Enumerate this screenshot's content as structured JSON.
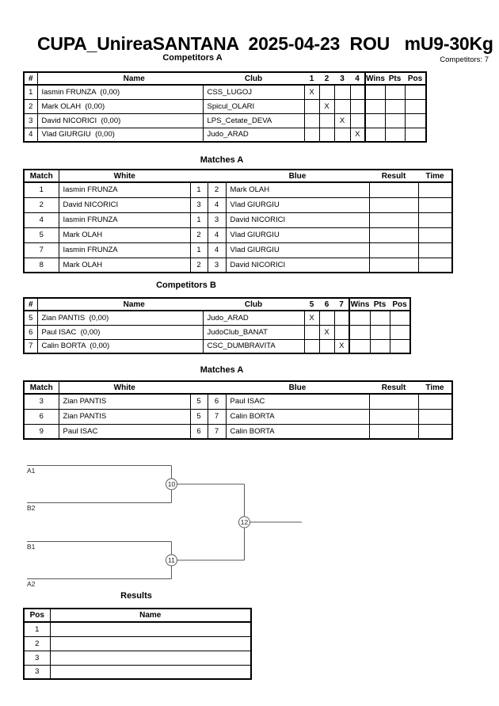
{
  "page": {
    "title": "CUPA_UnireaSANTANA  2025-04-23  ROU   mU9-30Kg",
    "competitors_count": "Competitors: 7"
  },
  "competitors_a": {
    "section_title": "Competitors A",
    "columns": {
      "num": "#",
      "name": "Name",
      "club": "Club",
      "rounds": [
        "1",
        "2",
        "3",
        "4"
      ],
      "wins": "Wins",
      "pts": "Pts",
      "pos": "Pos"
    },
    "rows": [
      {
        "num": "1",
        "name": "Iasmin FRUNZA  (0,00)",
        "club": "CSS_LUGOJ",
        "marks": [
          "X",
          "",
          "",
          ""
        ],
        "wins": "",
        "pts": "",
        "pos": ""
      },
      {
        "num": "2",
        "name": "Mark OLAH  (0,00)",
        "club": "Spicul_OLARI",
        "marks": [
          "",
          "X",
          "",
          ""
        ],
        "wins": "",
        "pts": "",
        "pos": ""
      },
      {
        "num": "3",
        "name": "David NICORICI  (0,00)",
        "club": "LPS_Cetate_DEVA",
        "marks": [
          "",
          "",
          "X",
          ""
        ],
        "wins": "",
        "pts": "",
        "pos": ""
      },
      {
        "num": "4",
        "name": "Vlad GIURGIU  (0,00)",
        "club": "Judo_ARAD",
        "marks": [
          "",
          "",
          "",
          "X"
        ],
        "wins": "",
        "pts": "",
        "pos": ""
      }
    ]
  },
  "matches_a": {
    "section_title": "Matches A",
    "columns": {
      "match": "Match",
      "white": "White",
      "blue": "Blue",
      "result": "Result",
      "time": "Time"
    },
    "rows": [
      {
        "match": "1",
        "white": "Iasmin FRUNZA",
        "white_num": "1",
        "blue_num": "2",
        "blue": "Mark OLAH",
        "result": "",
        "time": ""
      },
      {
        "match": "2",
        "white": "David NICORICI",
        "white_num": "3",
        "blue_num": "4",
        "blue": "Vlad GIURGIU",
        "result": "",
        "time": ""
      },
      {
        "match": "4",
        "white": "Iasmin FRUNZA",
        "white_num": "1",
        "blue_num": "3",
        "blue": "David NICORICI",
        "result": "",
        "time": ""
      },
      {
        "match": "5",
        "white": "Mark OLAH",
        "white_num": "2",
        "blue_num": "4",
        "blue": "Vlad GIURGIU",
        "result": "",
        "time": ""
      },
      {
        "match": "7",
        "white": "Iasmin FRUNZA",
        "white_num": "1",
        "blue_num": "4",
        "blue": "Vlad GIURGIU",
        "result": "",
        "time": ""
      },
      {
        "match": "8",
        "white": "Mark OLAH",
        "white_num": "2",
        "blue_num": "3",
        "blue": "David NICORICI",
        "result": "",
        "time": ""
      }
    ]
  },
  "competitors_b": {
    "section_title": "Competitors B",
    "columns": {
      "num": "#",
      "name": "Name",
      "club": "Club",
      "rounds": [
        "5",
        "6",
        "7"
      ],
      "wins": "Wins",
      "pts": "Pts",
      "pos": "Pos"
    },
    "rows": [
      {
        "num": "5",
        "name": "Zian PANTIS  (0,00)",
        "club": "Judo_ARAD",
        "marks": [
          "X",
          "",
          ""
        ],
        "wins": "",
        "pts": "",
        "pos": ""
      },
      {
        "num": "6",
        "name": "Paul ISAC  (0,00)",
        "club": "JudoClub_BANAT",
        "marks": [
          "",
          "X",
          ""
        ],
        "wins": "",
        "pts": "",
        "pos": ""
      },
      {
        "num": "7",
        "name": "Calin BORTA  (0,00)",
        "club": "CSC_DUMBRAVITA",
        "marks": [
          "",
          "",
          "X"
        ],
        "wins": "",
        "pts": "",
        "pos": ""
      }
    ]
  },
  "matches_b": {
    "section_title": "Matches A",
    "columns": {
      "match": "Match",
      "white": "White",
      "blue": "Blue",
      "result": "Result",
      "time": "Time"
    },
    "rows": [
      {
        "match": "3",
        "white": "Zian PANTIS",
        "white_num": "5",
        "blue_num": "6",
        "blue": "Paul ISAC",
        "result": "",
        "time": ""
      },
      {
        "match": "6",
        "white": "Zian PANTIS",
        "white_num": "5",
        "blue_num": "7",
        "blue": "Calin BORTA",
        "result": "",
        "time": ""
      },
      {
        "match": "9",
        "white": "Paul ISAC",
        "white_num": "6",
        "blue_num": "7",
        "blue": "Calin BORTA",
        "result": "",
        "time": ""
      }
    ]
  },
  "bracket": {
    "seeds": [
      "A1",
      "B2",
      "B1",
      "A2"
    ],
    "nodes": [
      "10",
      "11",
      "12"
    ]
  },
  "results": {
    "section_title": "Results",
    "columns": {
      "pos": "Pos",
      "name": "Name"
    },
    "rows": [
      {
        "pos": "1",
        "name": ""
      },
      {
        "pos": "2",
        "name": ""
      },
      {
        "pos": "3",
        "name": ""
      },
      {
        "pos": "3",
        "name": ""
      }
    ]
  }
}
